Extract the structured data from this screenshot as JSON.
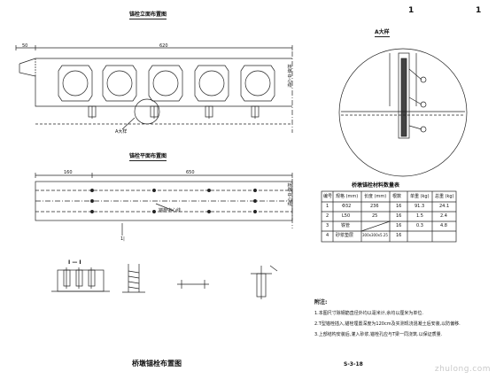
{
  "page_number": "1",
  "views": {
    "elevation_title": "锚栓立面布置图",
    "plan_title": "锚栓平面布置图",
    "detail_a_title": "A大样",
    "section_label": "I — I",
    "detail_a_marker": "A大样",
    "plan_cut_mark": "1|",
    "centerline_label": "桥 墩 中 心 线",
    "bearing_centerline_label": "锚栓中心线"
  },
  "dimensions": {
    "elevation_top_left": "50",
    "elevation_top_main": "620",
    "plan_left": "160",
    "plan_main": "650"
  },
  "material_table": {
    "title": "桥墩锚栓材料数量表",
    "headers": [
      "编号",
      "规格 (mm)",
      "长度 (mm)",
      "根数",
      "单重 (kg)",
      "总重 (kg)"
    ],
    "rows": [
      [
        "1",
        "Φ32",
        "236",
        "16",
        "91.3",
        "24.1"
      ],
      [
        "2",
        "L50",
        "25",
        "16",
        "1.5",
        "2.4"
      ],
      [
        "3",
        "铁管",
        "",
        "16",
        "0.3",
        "4.8"
      ],
      [
        "4",
        "砂浆垫层",
        "300x300x5.25",
        "16",
        "",
        ""
      ]
    ]
  },
  "notes": {
    "heading": "附注:",
    "items": [
      "1.本图尺寸除钢筋直径外均以毫米计,余均以厘米为单位.",
      "2.T型锚栓插入,锚栓埋置深度为120cm及实测现浇混凝土后安装,以防偏移.",
      "3.上部结构安装后,灌入砂浆,锚栓孔应与T梁一同浇筑.以保证质量."
    ]
  },
  "bottom_title": "桥墩锚栓布置图",
  "drawing_number": "S-3-18",
  "watermark": "zhulong.com",
  "colors": {
    "line": "#222222",
    "paper": "#ffffff",
    "watermark": "#c9c9c9"
  }
}
